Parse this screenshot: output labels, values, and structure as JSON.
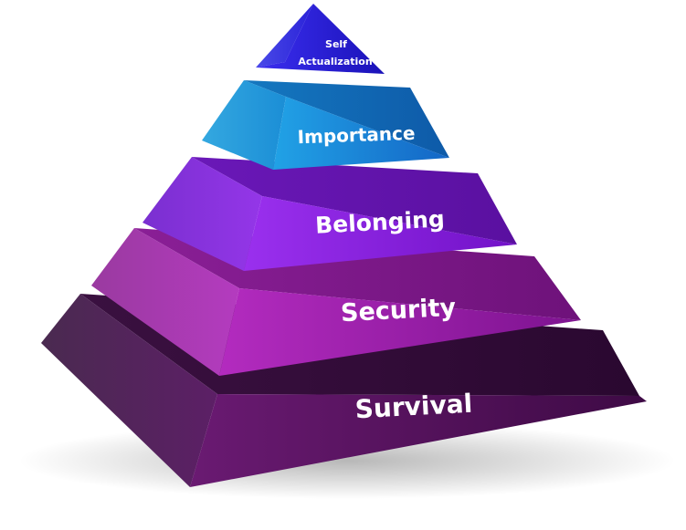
{
  "diagram": {
    "levels": [
      {
        "id": "self-actualization",
        "lines": [
          "Self",
          "Actualization"
        ]
      },
      {
        "id": "importance",
        "lines": [
          "Importance"
        ]
      },
      {
        "id": "belonging",
        "lines": [
          "Belonging"
        ]
      },
      {
        "id": "security",
        "lines": [
          "Security"
        ]
      },
      {
        "id": "survival",
        "lines": [
          "Survival"
        ]
      }
    ]
  },
  "colors": {
    "self_actualization": "#2a1fd6",
    "importance": "#1a8fd6",
    "belonging": "#8a1fe0",
    "security": "#9a1aa8",
    "survival": "#5a0f60"
  }
}
